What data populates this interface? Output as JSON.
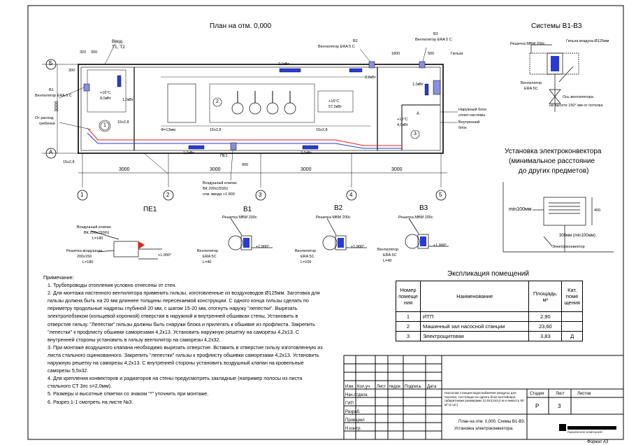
{
  "plan": {
    "title": "План на отм. 0,000",
    "axis_rows": [
      "Б",
      "А"
    ],
    "axis_cols": [
      "1",
      "2",
      "3",
      "4",
      "5"
    ],
    "spans": [
      "3000",
      "3000",
      "3000",
      "3000"
    ],
    "dim_height": "3000",
    "dim_small": [
      "320",
      "300",
      "300"
    ],
    "entry": [
      "Ввод",
      "Т1, Т2"
    ],
    "rooms": [
      "1",
      "2",
      "3"
    ],
    "convector_labels": [
      "2,0кВт",
      "2,0кВт",
      "1,0кВт",
      "1,0кВт",
      "1,0кВт",
      "2,0кВт"
    ],
    "temps": [
      "+16°С",
      "+16°С",
      "+16°С"
    ],
    "powers": [
      "8,0кВт",
      "57,0кВт",
      "4,0кВт"
    ],
    "fans": [
      {
        "tag": "В1",
        "name": "Вентилятор ERA 5 C"
      },
      {
        "tag": "В2",
        "name": "Вентилятор ERA 5 C"
      },
      {
        "tag": "В3",
        "name": "Вентилятор ERA 5 C"
      }
    ],
    "dims": [
      "1800",
      "500",
      "900",
      "15х2,8",
      "15х2,8",
      "15х2,8",
      "15х2,8",
      "Ф=13мм"
    ],
    "labels": {
      "pe1": "ПЕ1",
      "raskhod": [
        "От расход.",
        "гребенки"
      ],
      "gilza": "Гильза",
      "outdoor": [
        "Наружный блок",
        "сплит-системы"
      ],
      "indoor": [
        "Внутренний",
        "блок"
      ],
      "valve": [
        "Воздушный клапан",
        "ВК 200х150(h)",
        "отм. ввода +1.900"
      ],
      "room3_mark": "А"
    }
  },
  "systems": {
    "title": "Системы В1-В3",
    "grille": "Решетка МВМ 200с",
    "sleeve": "Гильза воздуха Ø125мм",
    "fan": [
      "Вентилятор",
      "ERA 5C"
    ],
    "axis": [
      "Ось вентилятора",
      "на высоте 150° мм от потолка"
    ]
  },
  "convector": {
    "title": [
      "Установка электроконвектора",
      "(минимальное расстояние",
      "до других предметов)"
    ],
    "min1": "min100мм",
    "min2": "300мм (min100мм)",
    "h": "400",
    "label": "Электроконвектор"
  },
  "sections": [
    {
      "title": "ПЕ1",
      "l1": "Воздушный клапан",
      "l2": "ВК 200х150(h)",
      "l3": "L=180",
      "l4": "Решетка воздушная",
      "l5": "200х150",
      "l6": "L=180",
      "mark": "+1.900°"
    },
    {
      "title": "В1",
      "grille": "Решетка МВМ 200с",
      "fan": [
        "Вентилятор",
        "ERA 5C",
        "L=40"
      ],
      "mark": "+1.900°"
    },
    {
      "title": "В2",
      "grille": "Решетка МВМ 200с",
      "fan": [
        "Вентилятор",
        "ERA 5C",
        "L=100"
      ],
      "mark": "+1.900°"
    },
    {
      "title": "В3",
      "grille": "Решетка МВМ 200с",
      "fan": [
        "Вентилятор",
        "ERA 5C",
        "L=40"
      ],
      "mark": "+1.900°"
    }
  ],
  "notes": {
    "head": "Примечание:",
    "items": [
      "1. Трубопроводы отопления условно отнесены от стен.",
      "2. Для монтажа настенного вентилятора применить гильзы, изготовленные из воздуховодов Ø125мм. Заготовка для гильзы должна быть на 20 мм длиннее толщины пересекаемой конструкции. С одного конца гильзы сделать по периметру продольные надрезы глубиной 20 мм, с шагом 15-20 мм, отогнуть наружу \"лепестки\". Вырезать электролобзиком (кольцевой коронкой) отверстия в наружной и внутренней обшивках стены. Установить в отверстие гильзу. \"Лепестки\" гильзы должны быть снаружи блока и прилегать к обшивке из профлиста. Закрепить \"лепестки\" к профлисту обшивки саморезами 4,2х13. Установить наружную решетку на саморезы 4,2х13. С внутренней стороны установить в гильзу вентилятор на саморезы 4,2х32.",
      "3. При монтаже воздушного клапана необходимо вырезать отверстие. Вставить в отверстие гильзу изготовленную из листа стального оцинкованного. Закрепить \"лепестки\" гильзы к профлисту обшивки саморезами 4,2х13. Установить наружную решетку на саморезы 4,2х13. С внутренней стороны установить воздушный клапан на кровельные саморезы 5,5х32.",
      "4. Для крепления конвекторов и радиаторов на стены предусмотреть закладные (например полосы из листа стального СТ 3пс s=2,0мм).",
      "5. Размеры и высотные отметки со знаком \"*\" уточнить при монтаже.",
      "6. Разрез 1-1 смотреть на листе №3."
    ]
  },
  "explication": {
    "title": "Экспликация помещений",
    "headers": [
      "Номер помеще ния",
      "Наименование",
      "Площадь, м²",
      "Кат. поме щения"
    ],
    "rows": [
      [
        "1",
        "ИТП",
        "2,90",
        ""
      ],
      [
        "2",
        "Машинный зал насосной станции",
        "23,60",
        ""
      ],
      [
        "3",
        "Электрощитовая",
        "3,83",
        "Д"
      ]
    ]
  },
  "titleblock": {
    "cols": [
      "Изм.",
      "Кол.уч",
      "Лист",
      "№док",
      "Подпись",
      "Дата"
    ],
    "roles": [
      "Нач.отдела",
      "ГИП",
      "Разраб.",
      "Проверил",
      "Н.контр."
    ],
    "project": "Насосная станция водоснабжения (модуль) для поселка, состоящая из одного блок-контейнера габаритными размерами 12,0х3,0х3,0 м и емкость 50 м³ (2 шт.)",
    "stage_h": [
      "Стадия",
      "Лист",
      "Листов"
    ],
    "stage_v": [
      "Р",
      "3",
      ""
    ],
    "sheet_title": [
      "План на отм. 0,000. Схемы В1-В3.",
      "Установка электроконвектора."
    ],
    "company": "РЫБИНСКОЕ КОМПАНИЯ",
    "format": "Формат А3"
  }
}
